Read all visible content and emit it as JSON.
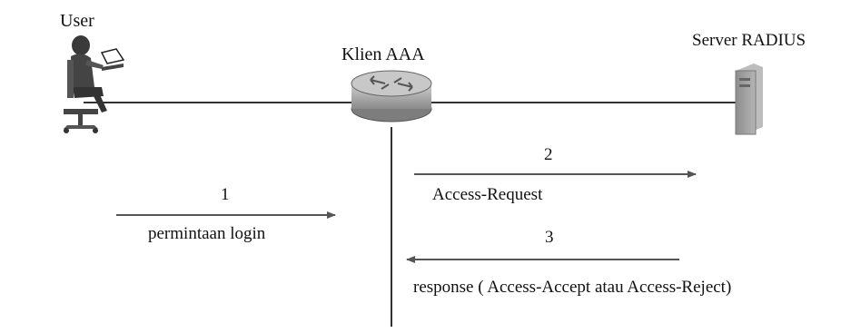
{
  "diagram": {
    "nodes": {
      "user": {
        "label": "User",
        "icon": "user-at-computer-icon"
      },
      "client": {
        "label": "Klien AAA",
        "icon": "router-icon"
      },
      "server": {
        "label": "Server RADIUS",
        "icon": "server-tower-icon"
      }
    },
    "messages": [
      {
        "step": "1",
        "label": "permintaan login"
      },
      {
        "step": "2",
        "label": "Access-Request"
      },
      {
        "step": "3",
        "label": "response ( Access-Accept atau Access-Reject)"
      }
    ],
    "colors": {
      "line": "#333333",
      "arrow": "#555555",
      "router_body": "#a9a9a9",
      "server_body": "#9a9a9a"
    }
  }
}
